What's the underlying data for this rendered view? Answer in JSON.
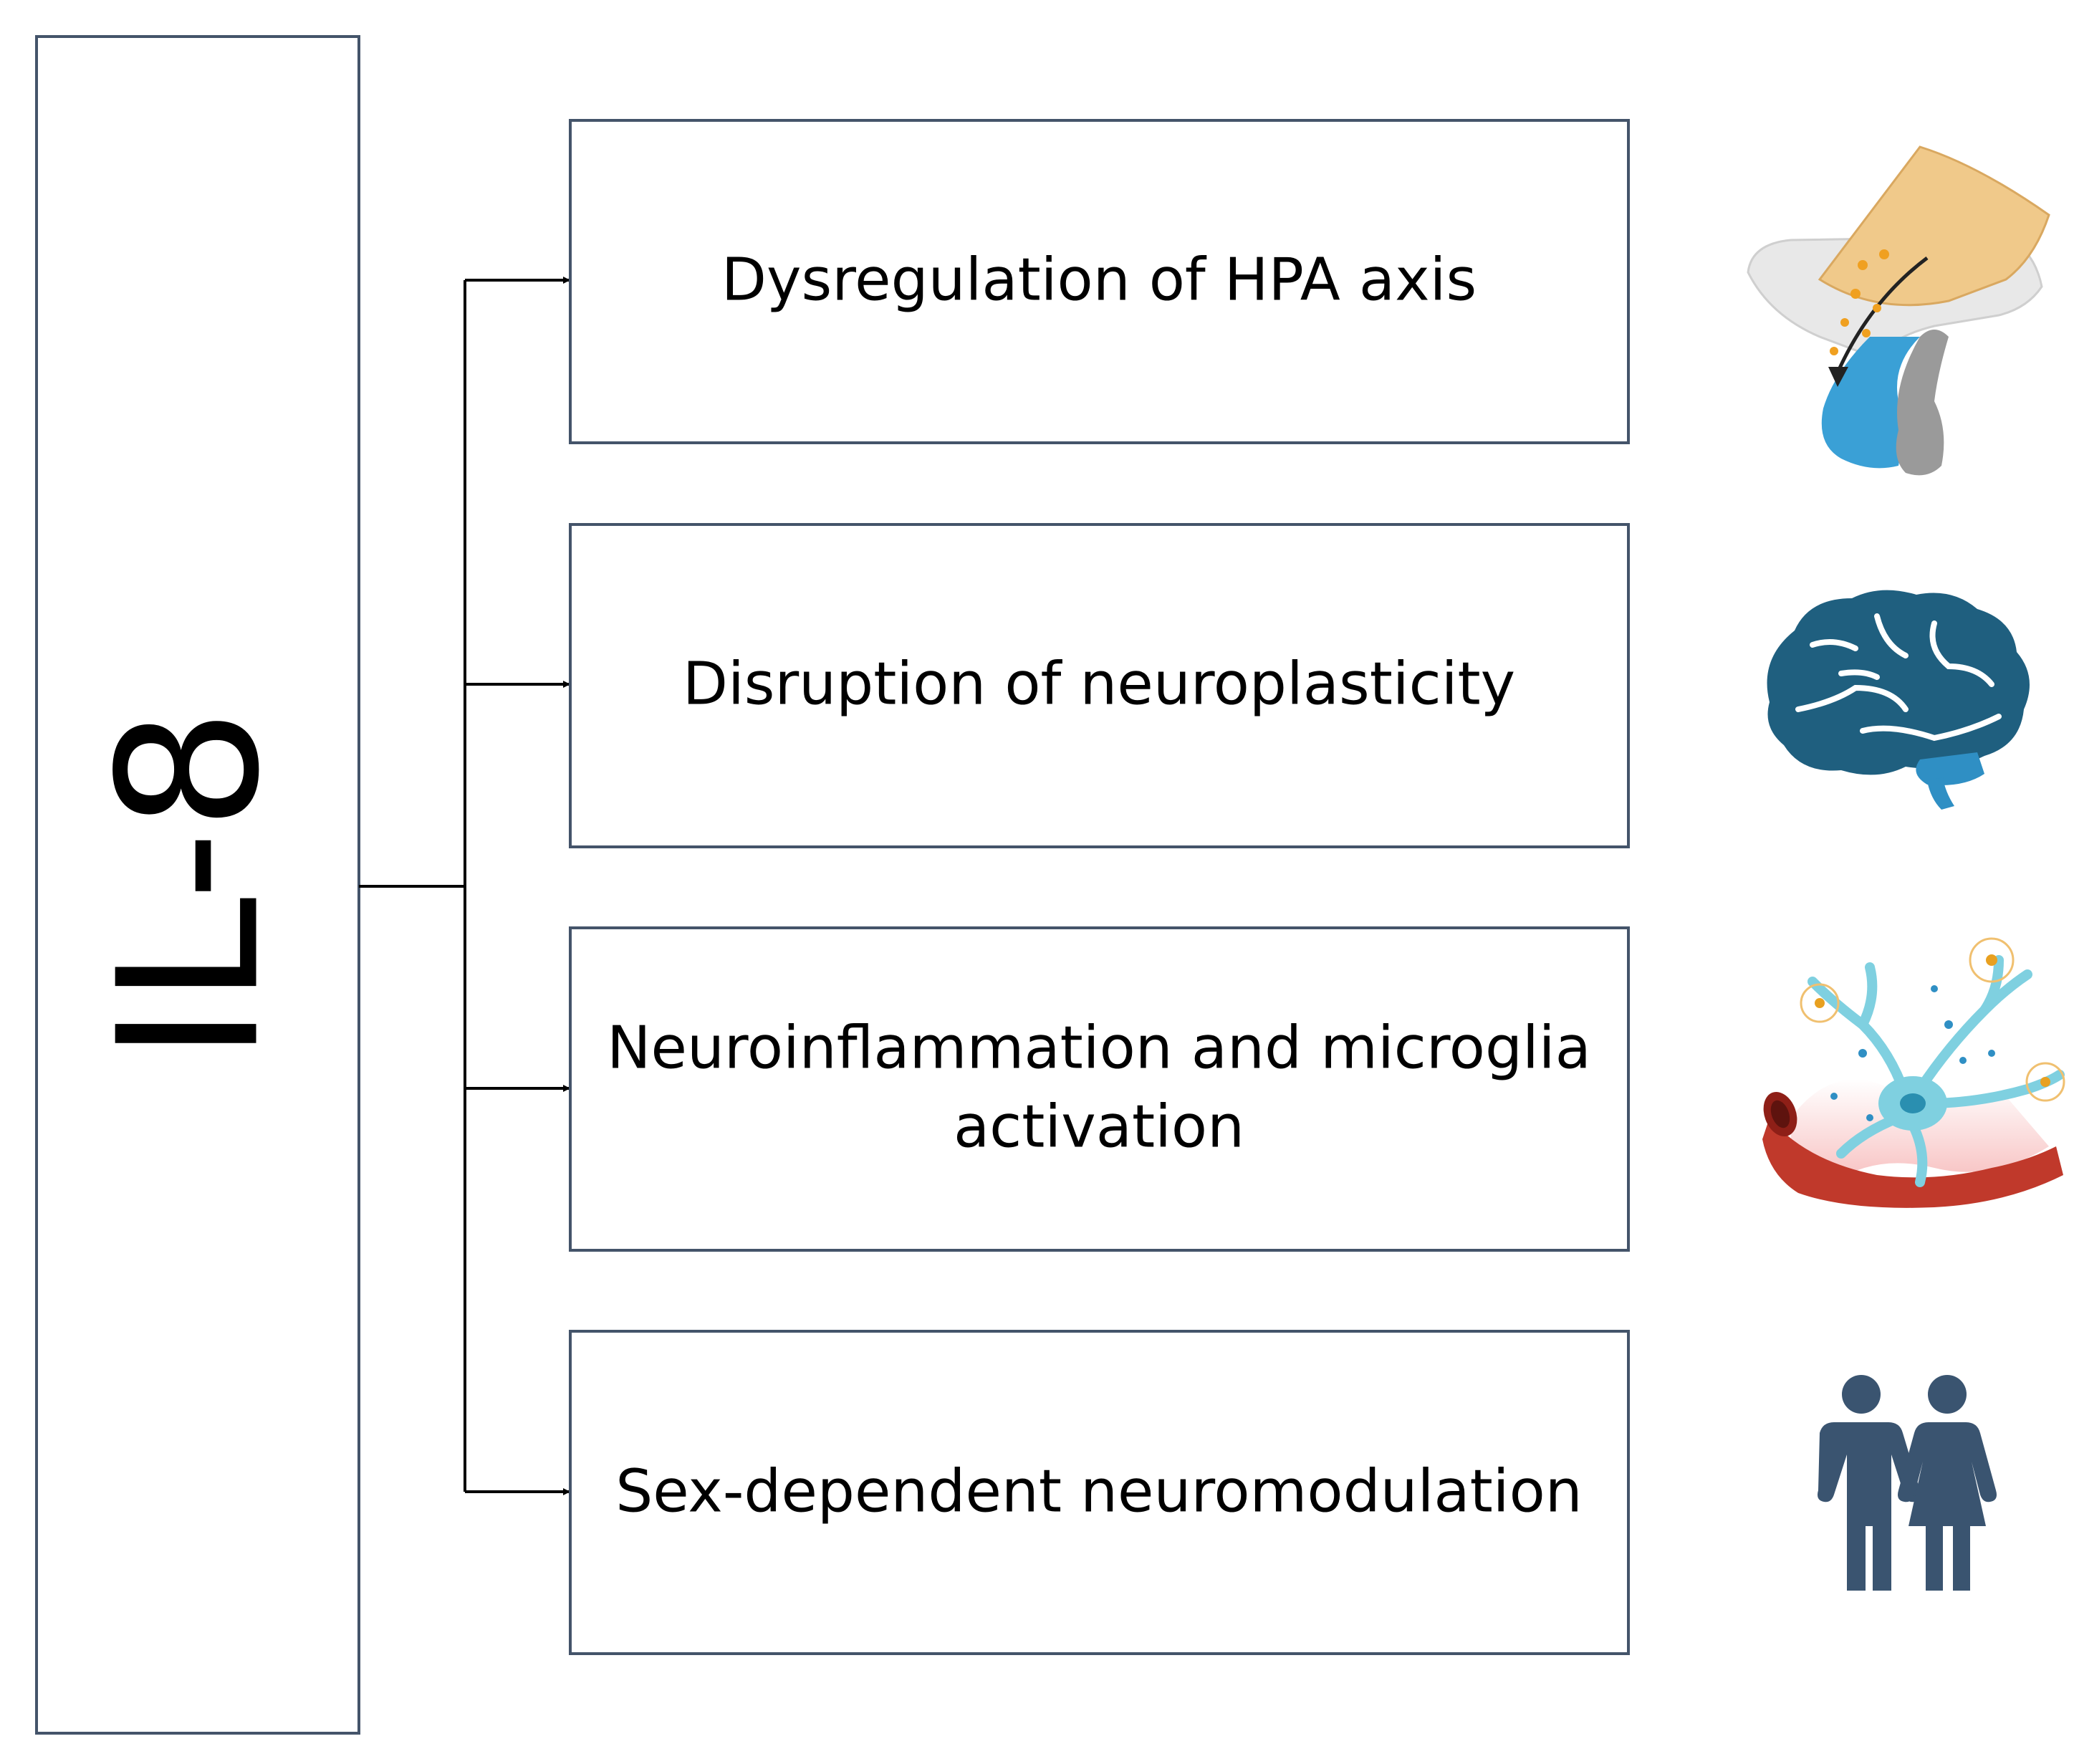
{
  "diagram": {
    "source": {
      "label": "IL-8"
    },
    "effects": [
      {
        "lines": [
          "Dysregulation of HPA axis"
        ],
        "icon": "pituitary-gland-icon"
      },
      {
        "lines": [
          "Disruption of neuroplasticity"
        ],
        "icon": "brain-icon"
      },
      {
        "lines": [
          "Neuroinflammation and microglia",
          "activation"
        ],
        "icon": "microglia-neuron-icon"
      },
      {
        "lines": [
          "Sex-dependent neuromodulation"
        ],
        "icon": "man-woman-icon"
      }
    ]
  },
  "colors": {
    "box_border": "#44546a",
    "brain": "#1f5f7f",
    "people": "#3a5470",
    "pituitary_tan": "#f0c98a",
    "pituitary_blue": "#3aa0d6",
    "vessel_red": "#c0392b",
    "neuron_cyan": "#7fd0e0"
  }
}
